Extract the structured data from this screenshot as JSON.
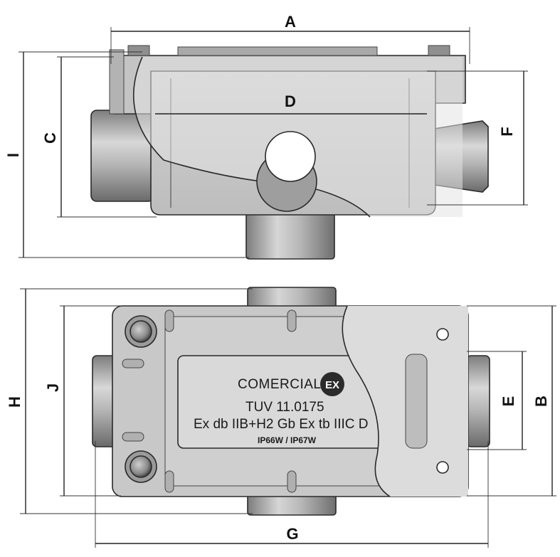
{
  "dimensions": {
    "A": "A",
    "B": "B",
    "C": "C",
    "D": "D",
    "E": "E",
    "F": "F",
    "G": "G",
    "H": "H",
    "I": "I",
    "J": "J"
  },
  "nameplate": {
    "brand_text": "COMERCIAL",
    "brand_badge": "EX",
    "line1": "TUV  11.0175",
    "line2": "Ex db IIB+H2 Gb Ex tb IIIC D",
    "line3": "IP66W / IP67W"
  },
  "colors": {
    "body": "#c9c9c9",
    "body_dark": "#9a9a9a",
    "cutaway": "#e6e6e6",
    "badge": "#2b2b2b"
  }
}
